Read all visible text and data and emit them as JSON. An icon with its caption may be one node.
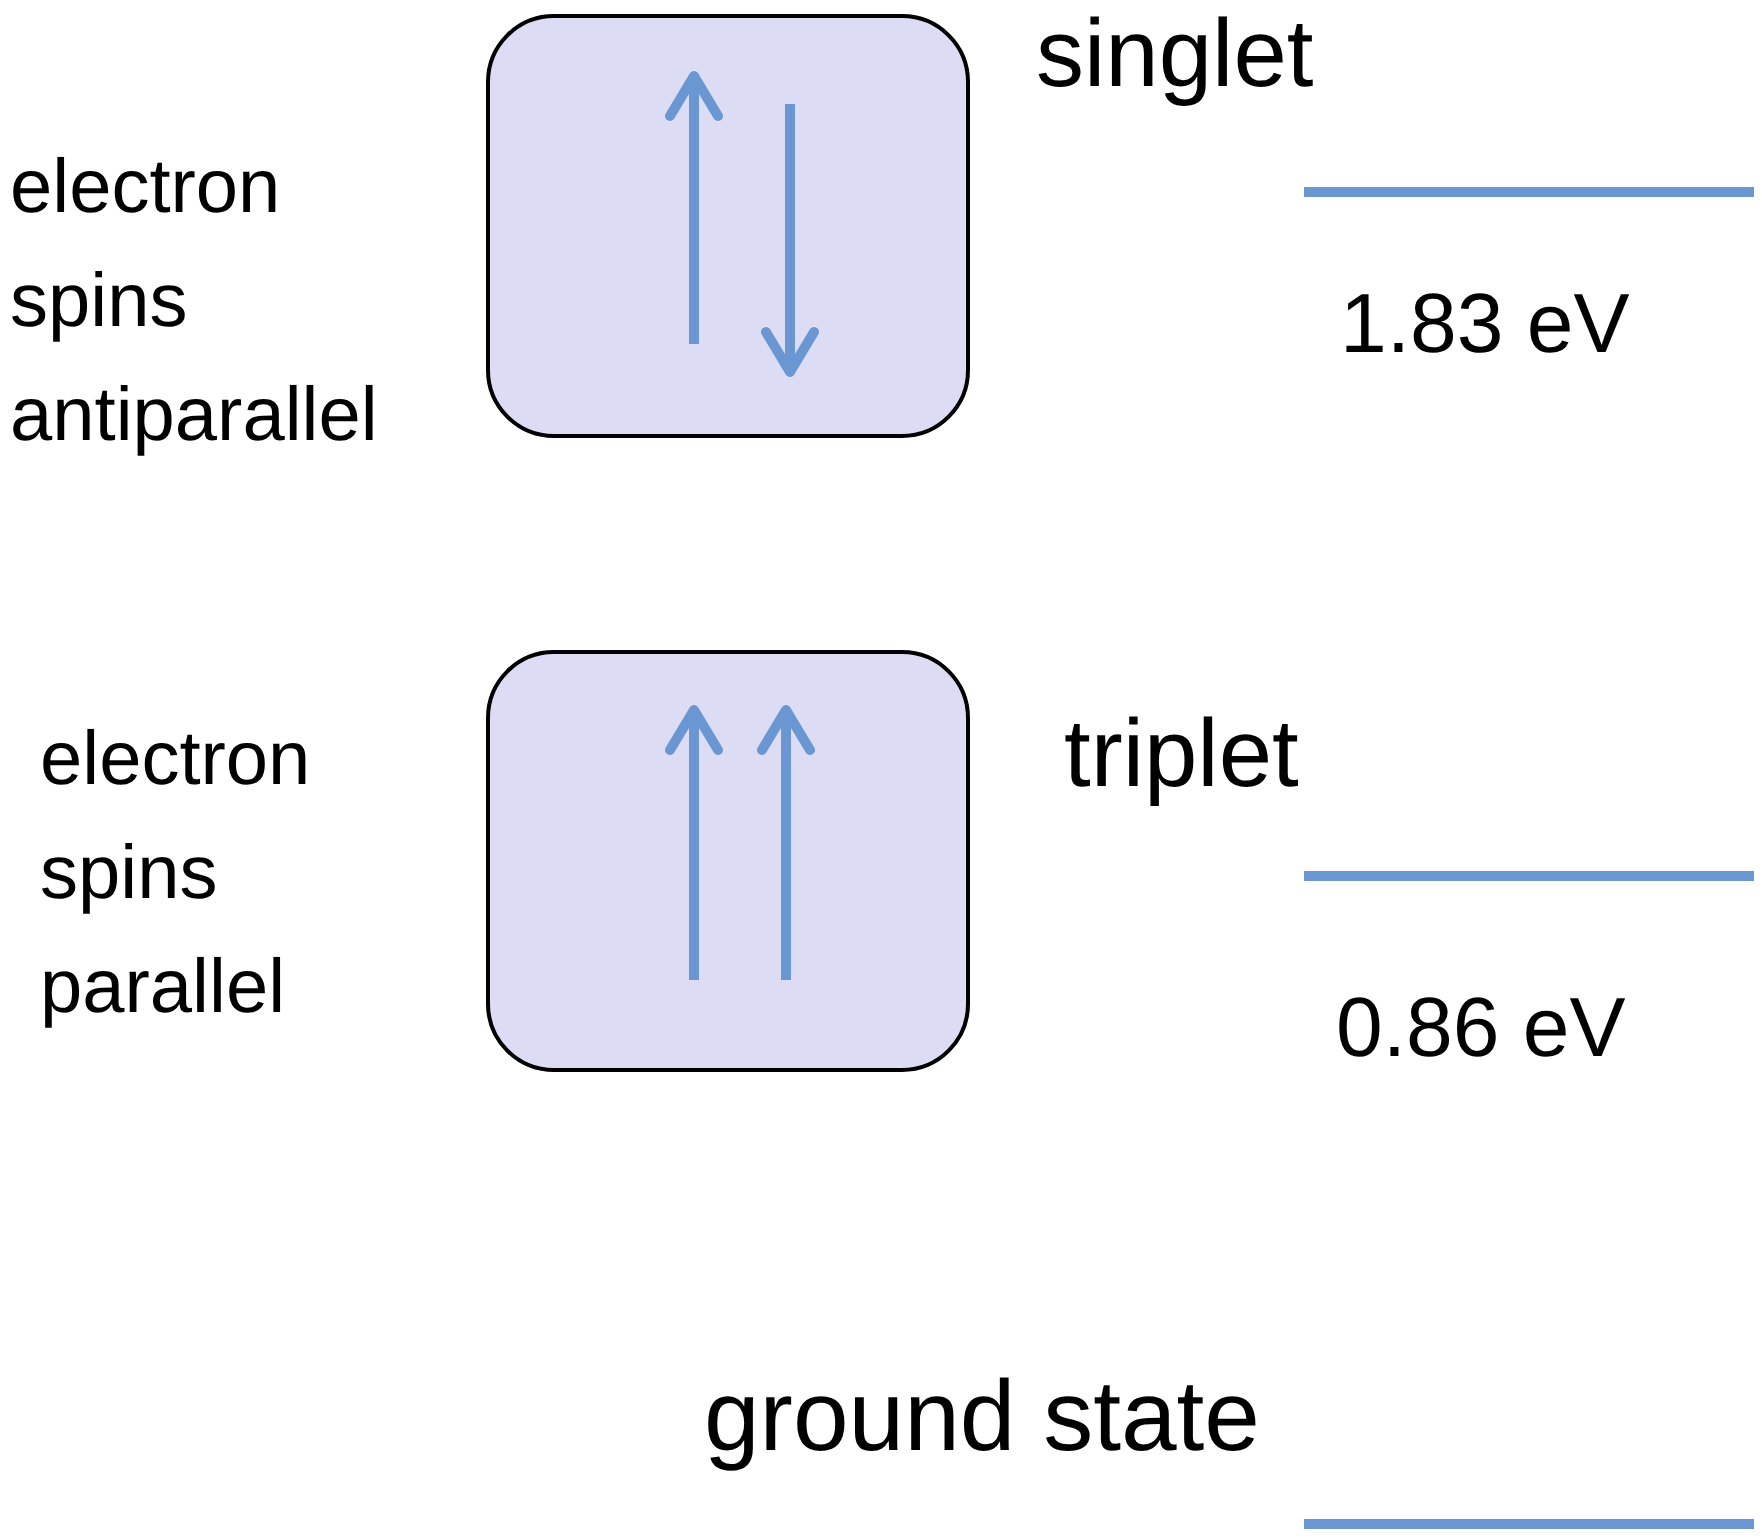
{
  "diagram": {
    "nodes": [
      {
        "text": [],
        "shape": "box",
        "beside": [
          "electron spins antiparallel"
        ]
      },
      {
        "text": [],
        "shape": "box",
        "beside": [
          "electron spins parallel"
        ]
      }
    ],
    "labels": [
      "singlet",
      "1.83 eV",
      "triplet",
      "0.86 eV",
      "ground state"
    ]
  }
}
